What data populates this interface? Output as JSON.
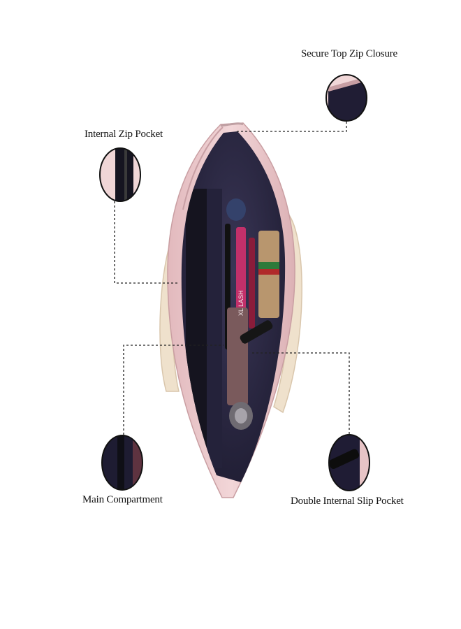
{
  "callouts": {
    "top_zip": "Secure Top Zip Closure",
    "internal_zip": "Internal Zip Pocket",
    "main": "Main Compartment",
    "slip": "Double Internal Slip Pocket"
  },
  "product_print": {
    "mascara": "XL LASH"
  },
  "colors": {
    "bag_pink": "#e9c7c9",
    "lining_navy": "#2a2742",
    "handle_cream": "#efe1cc"
  }
}
